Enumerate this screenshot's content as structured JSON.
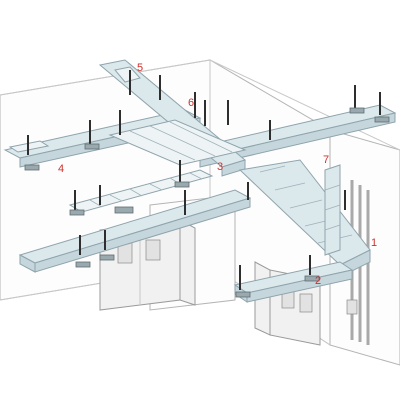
{
  "diagram": {
    "callouts": [
      {
        "id": "1",
        "label": "1"
      },
      {
        "id": "2",
        "label": "2"
      },
      {
        "id": "3",
        "label": "3"
      },
      {
        "id": "4",
        "label": "4"
      },
      {
        "id": "5",
        "label": "5"
      },
      {
        "id": "6",
        "label": "6"
      },
      {
        "id": "7",
        "label": "7"
      }
    ],
    "colors": {
      "callout": "#d0302a",
      "tray": "#dbe8ec",
      "tray_outline": "#8fa4ac",
      "rod": "#2e2e2e",
      "wall": "#fdfdfd"
    }
  }
}
